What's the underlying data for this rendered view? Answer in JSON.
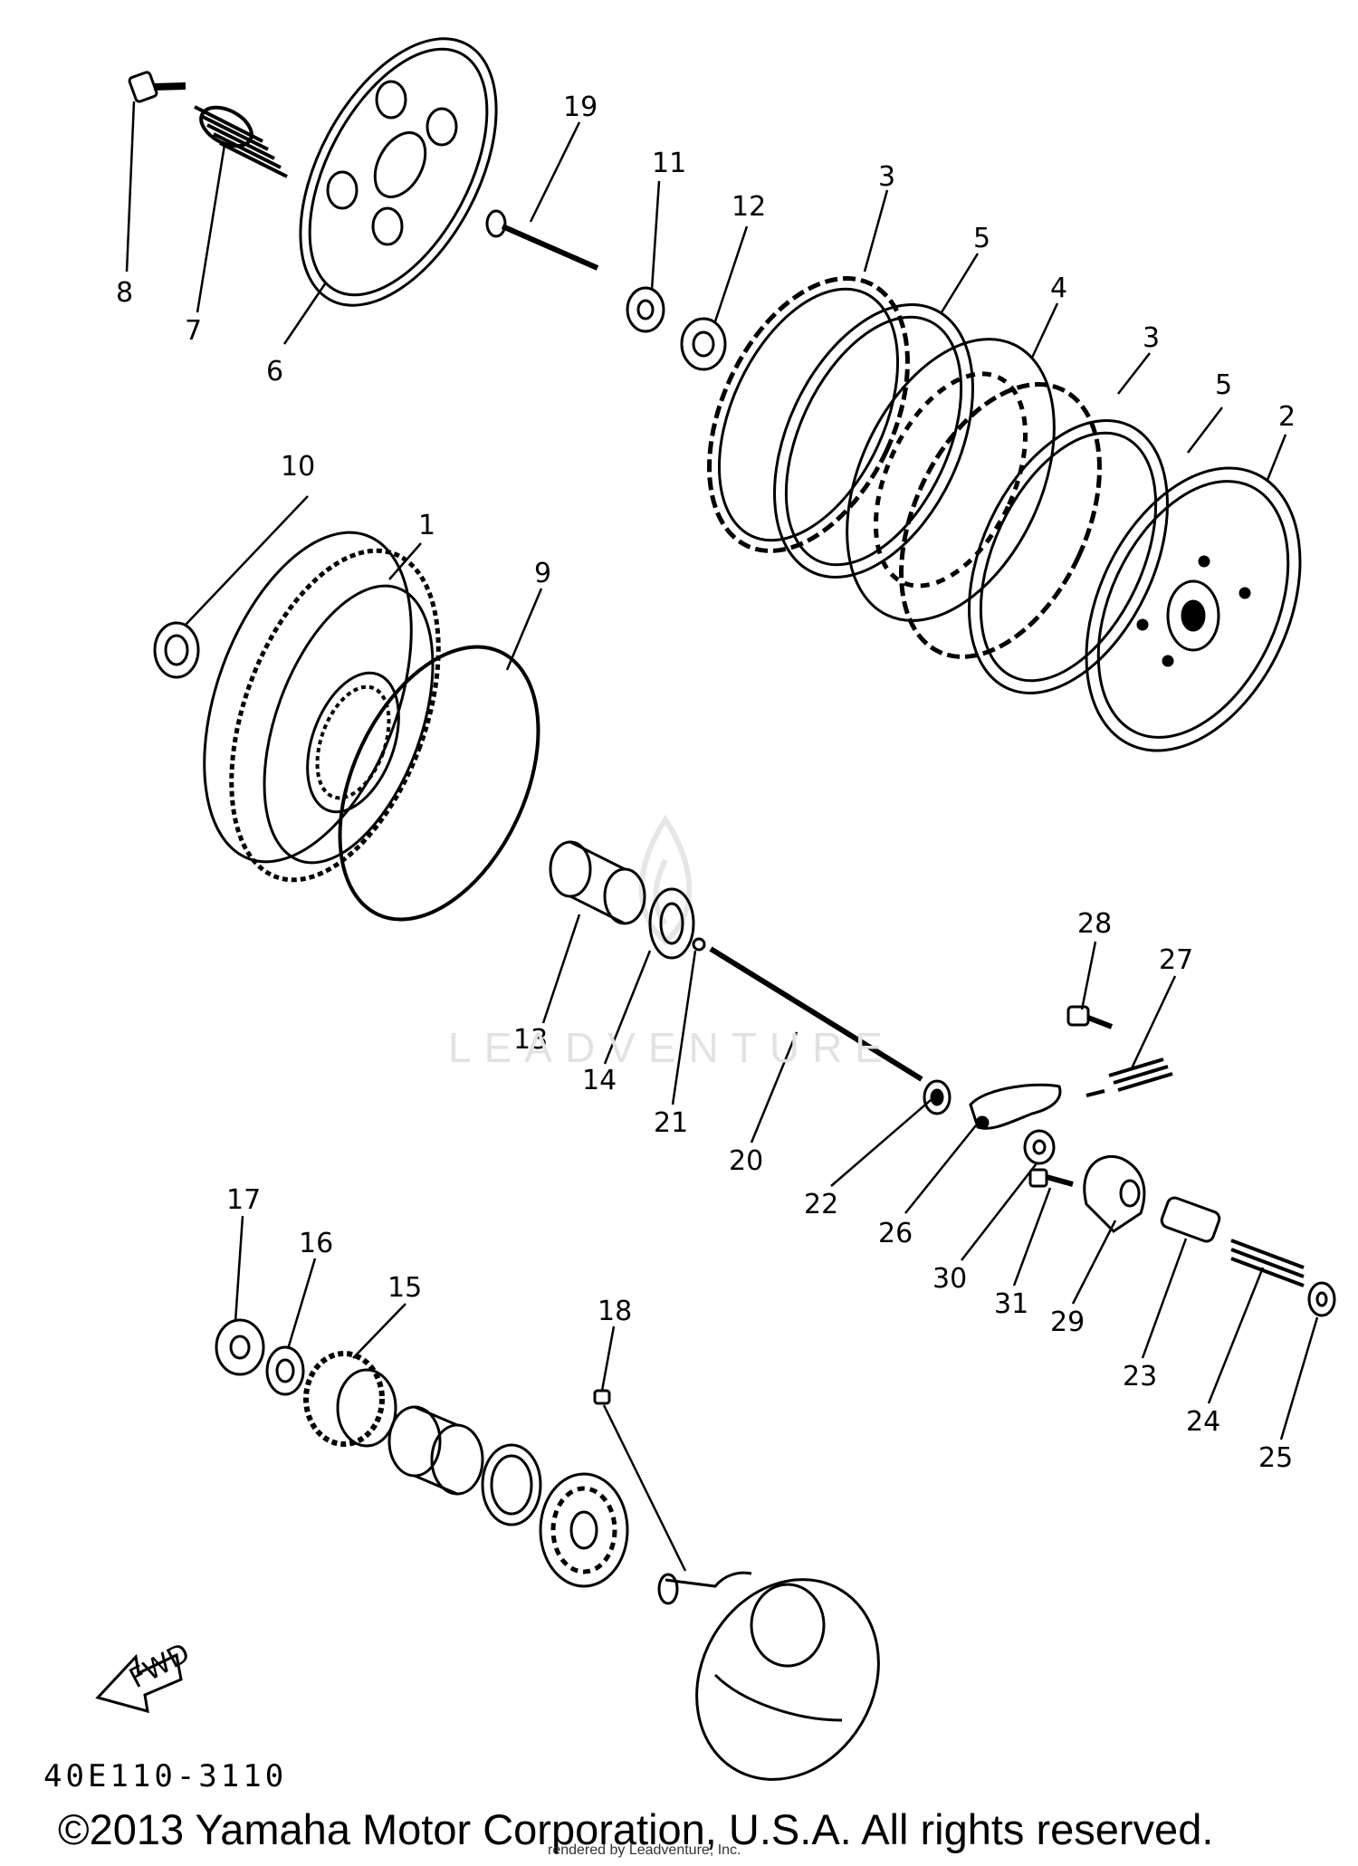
{
  "diagram_code": "40E110-3110",
  "copyright": "©2013 Yamaha Motor Corporation, U.S.A. All rights reserved.",
  "rendered_by": "rendered by Leadventure, Inc.",
  "watermark": "LEADVENTURE",
  "fwd_label": "FWD",
  "callouts": {
    "c1": "1",
    "c2": "2",
    "c3a": "3",
    "c3b": "3",
    "c4": "4",
    "c5a": "5",
    "c5b": "5",
    "c6": "6",
    "c7": "7",
    "c8": "8",
    "c9": "9",
    "c10": "10",
    "c11": "11",
    "c12": "12",
    "c13": "13",
    "c14": "14",
    "c15": "15",
    "c16": "16",
    "c17": "17",
    "c18": "18",
    "c19": "19",
    "c20": "20",
    "c21": "21",
    "c22": "22",
    "c23": "23",
    "c24": "24",
    "c25": "25",
    "c26": "26",
    "c27": "27",
    "c28": "28",
    "c29": "29",
    "c30": "30",
    "c31": "31"
  }
}
